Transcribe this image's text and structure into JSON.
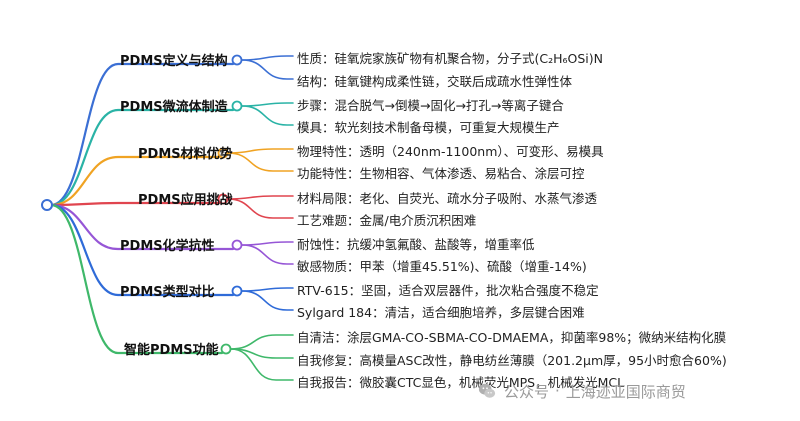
{
  "branches": [
    {
      "label": "PDMS定义与结构",
      "color": "#3b6fd4",
      "leaves": [
        "性质：硅氧烷家族矿物有机聚合物，分子式(C₂H₆OSi)N",
        "结构：硅氧键构成柔性链，交联后成疏水性弹性体"
      ]
    },
    {
      "label": "PDMS微流体制造",
      "color": "#2ab3a6",
      "leaves": [
        "步骤：混合脱气→倒模→固化→打孔→等离子键合",
        "模具：软光刻技术制备母模，可重复大规模生产"
      ]
    },
    {
      "label": "PDMS材料优势",
      "color": "#f0a323",
      "leaves": [
        "物理特性：透明（240nm-1100nm）、可变形、易模具",
        "功能特性：生物相容、气体渗透、易粘合、涂层可控"
      ]
    },
    {
      "label": "PDMS应用挑战",
      "color": "#e0454f",
      "leaves": [
        "材料局限：老化、自荧光、疏水分子吸附、水蒸气渗透",
        "工艺难题：金属/电介质沉积困难"
      ]
    },
    {
      "label": "PDMS化学抗性",
      "color": "#9656d6",
      "leaves": [
        "耐蚀性：抗缓冲氢氟酸、盐酸等，增重率低",
        "敏感物质：甲苯（增重45.51%)、硫酸（增重-14%)"
      ]
    },
    {
      "label": "PDMS类型对比",
      "color": "#2f6bd8",
      "leaves": [
        "RTV-615：坚固，适合双层器件，批次粘合强度不稳定",
        "Sylgard 184：清洁，适合细胞培养，多层键合困难"
      ]
    },
    {
      "label": "智能PDMS功能",
      "color": "#3fb86a",
      "leaves": [
        "自清洁：涂层GMA-CO-SBMA-CO-DMAEMA，抑菌率98%；微纳米结构化膜",
        "自我修复：高模量ASC改性，静电纺丝薄膜（201.2μm厚，95小时愈合60%)",
        "自我报告：微胶囊CTC显色，机械荧光MPS，机械发光MCL"
      ]
    }
  ],
  "root_color": "#3b6fd4",
  "watermark": {
    "text": "公众号",
    "separator": "·",
    "company": "上海迹亚国际商贸",
    "icon": "wechat-icon"
  }
}
